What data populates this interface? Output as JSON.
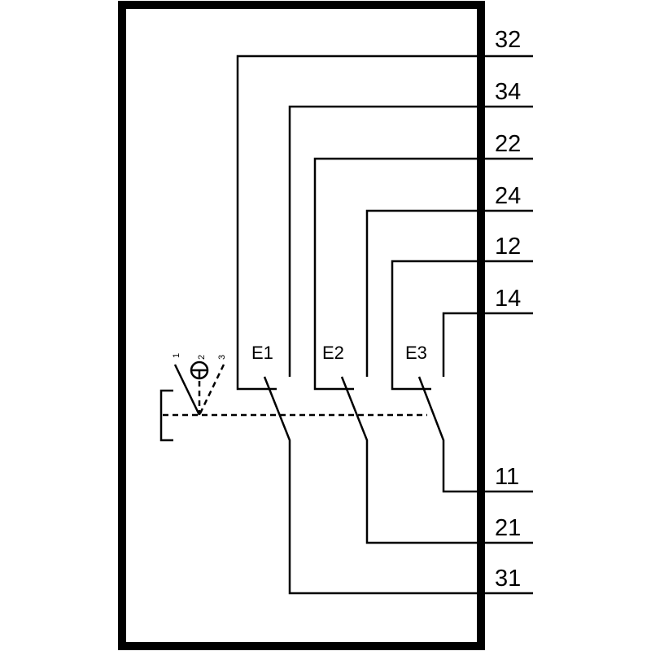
{
  "terminals": {
    "t32": "32",
    "t34": "34",
    "t22": "22",
    "t24": "24",
    "t12": "12",
    "t14": "14",
    "t11": "11",
    "t21": "21",
    "t31": "31"
  },
  "contacts": {
    "e1": "E1",
    "e2": "E2",
    "e3": "E3"
  },
  "actuator": {
    "pos1": "1",
    "pos2": "2",
    "pos3": "3"
  }
}
